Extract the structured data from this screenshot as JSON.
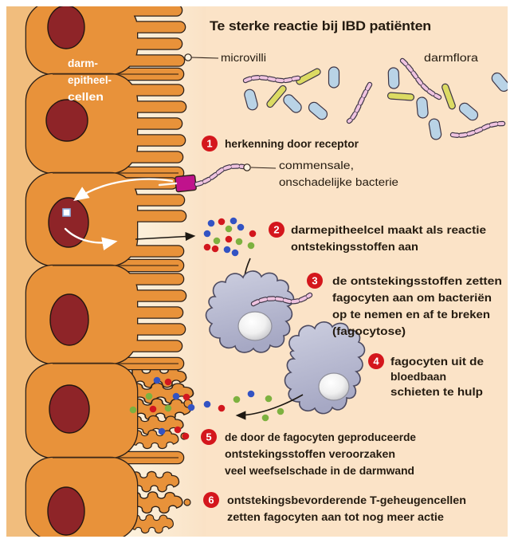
{
  "title": "Te sterke reactie bij IBD patiënten",
  "labels": {
    "epithelium": [
      "darm-",
      "epitheel-",
      "cellen"
    ],
    "microvilli": "microvilli",
    "darmflora": "darmflora",
    "commensal": [
      "commensale,",
      "onschadelijke bacterie"
    ]
  },
  "steps": [
    {
      "num": "1",
      "lines": [
        "herkenning door receptor"
      ]
    },
    {
      "num": "2",
      "lines": [
        "darmepitheelcel maakt als reactie",
        "ontstekingsstoffen aan"
      ]
    },
    {
      "num": "3",
      "lines": [
        "de ontstekingsstoffen zetten",
        "fagocyten aan om bacteriën",
        "op te nemen en af te breken",
        "(fagocytose)"
      ]
    },
    {
      "num": "4",
      "lines": [
        "fagocyten uit de",
        "bloedbaan",
        "schieten te hulp"
      ]
    },
    {
      "num": "5",
      "lines": [
        "de door de fagocyten geproduceerde",
        "ontstekingsstoffen veroorzaken",
        "veel weefselschade in de darmwand"
      ]
    },
    {
      "num": "6",
      "lines": [
        "ontstekingsbevorderende T-geheugencellen",
        "zetten fagocyten aan tot nog meer actie"
      ]
    }
  ],
  "colors": {
    "background": "#fbe3c7",
    "cell_orange": "#e8923a",
    "left_strip": "#f1bd7d",
    "nucleus_maroon": "#8e2428",
    "outline": "#2e2118",
    "phagocyte": "#b8bace",
    "receptor_magenta": "#c0128c",
    "chain_pink": "#efc3e0",
    "bacterium_blue": "#b9d3e6",
    "bacterium_yellow": "#dcdb63",
    "dot_blue": "#3353c3",
    "dot_red": "#d2171e",
    "dot_green": "#7db13f",
    "step_badge_red": "#d4161c",
    "text": "#241b10"
  }
}
